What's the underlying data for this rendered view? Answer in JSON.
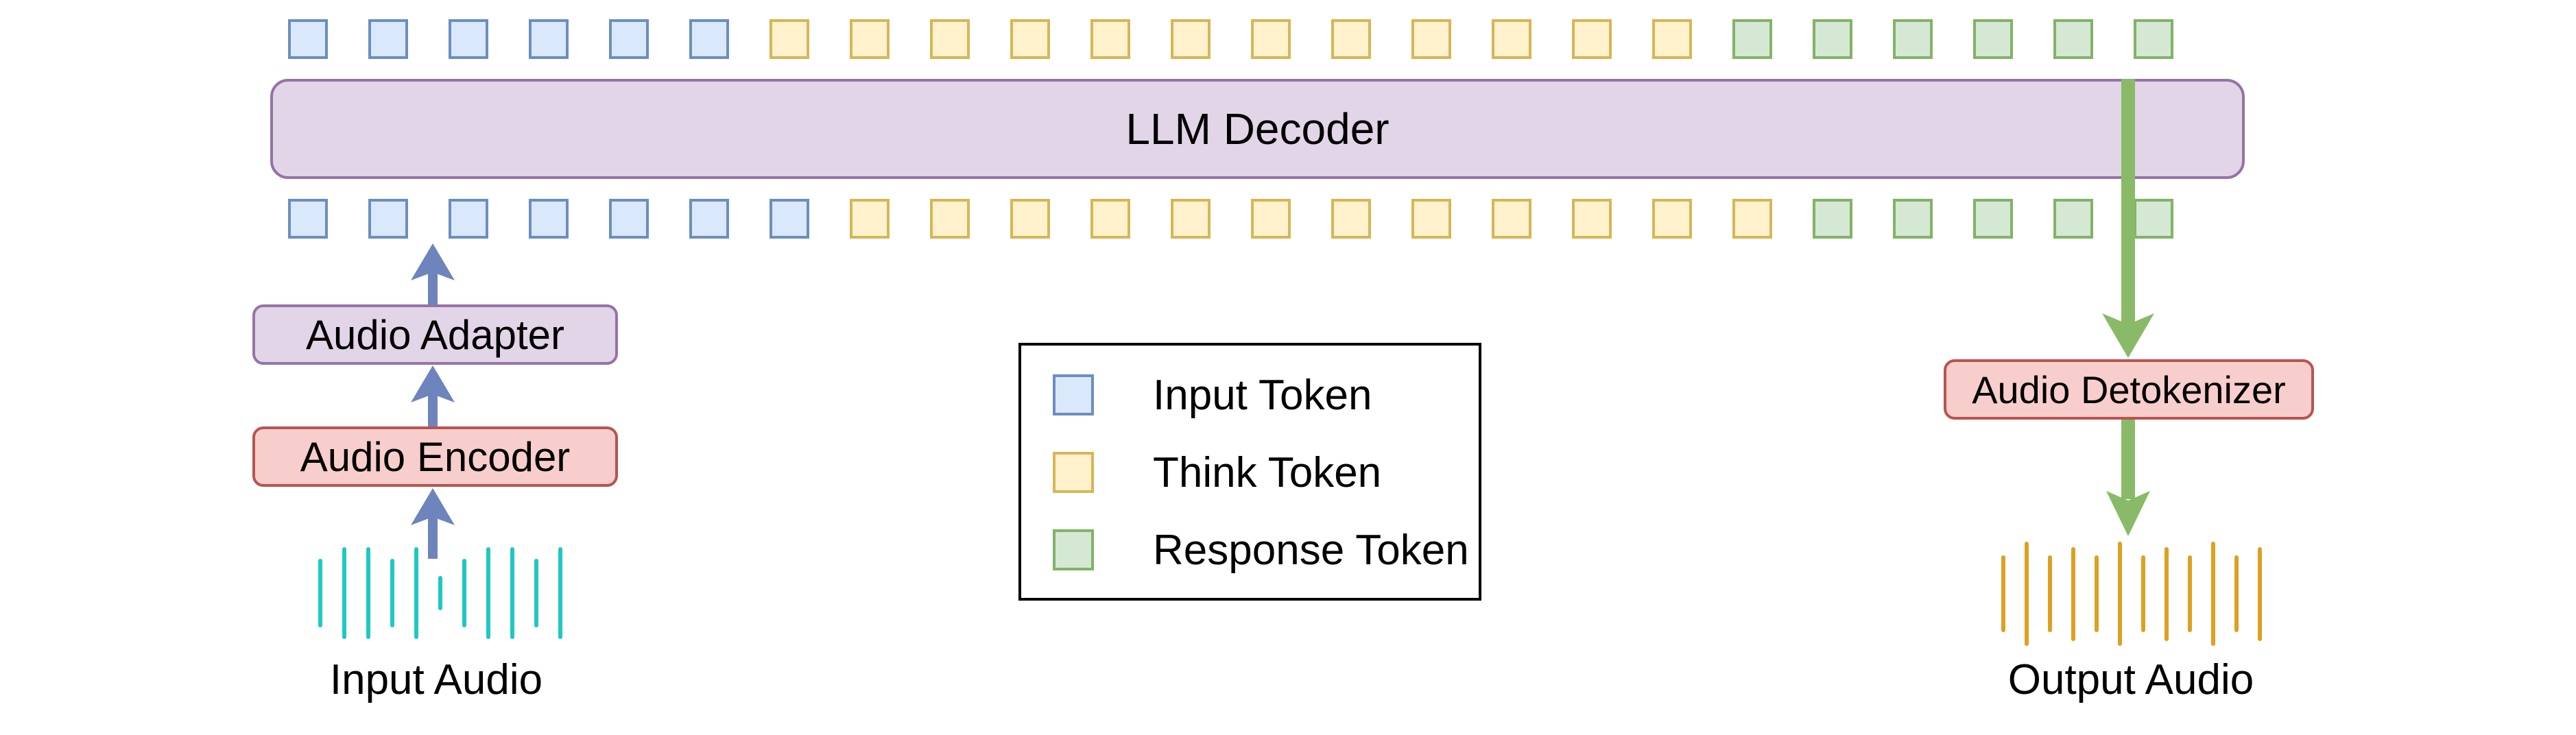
{
  "token_types": {
    "input": {
      "label": "Input Token",
      "fill": "#DAE8FC",
      "stroke": "#6C8EBF"
    },
    "think": {
      "label": "Think Token",
      "fill": "#FFF2CC",
      "stroke": "#D6B656"
    },
    "response": {
      "label": "Response Token",
      "fill": "#D5E8D4",
      "stroke": "#82B366"
    }
  },
  "token_rows": {
    "top": [
      {
        "type": "input",
        "count": 6
      },
      {
        "type": "think",
        "count": 12
      },
      {
        "type": "response",
        "count": 6
      }
    ],
    "bottom": [
      {
        "type": "input",
        "count": 7
      },
      {
        "type": "think",
        "count": 12
      },
      {
        "type": "response",
        "count": 5
      }
    ]
  },
  "boxes": {
    "llm_decoder": {
      "label": "LLM Decoder",
      "fill": "#E1D5E7",
      "stroke": "#9673A6"
    },
    "audio_adapter": {
      "label": "Audio Adapter",
      "fill": "#E1D5E7",
      "stroke": "#9673A6"
    },
    "audio_encoder": {
      "label": "Audio Encoder",
      "fill": "#F8CECC",
      "stroke": "#B85450"
    },
    "audio_detokenizer": {
      "label": "Audio Detokenizer",
      "fill": "#F8CECC",
      "stroke": "#B85450"
    }
  },
  "legend": {
    "border_color": "#000000",
    "items": [
      {
        "type": "input",
        "label": "Input Token"
      },
      {
        "type": "think",
        "label": "Think Token"
      },
      {
        "type": "response",
        "label": "Response Token"
      }
    ]
  },
  "arrows": {
    "blue_color": "#6D84BC",
    "green_color": "#89BA68"
  },
  "waveforms": {
    "input": {
      "color": "#1EC9C3",
      "bar_heights": [
        100,
        134,
        134,
        100,
        134,
        50,
        100,
        134,
        134,
        100,
        134
      ]
    },
    "output": {
      "color": "#DDA020",
      "bar_heights": [
        112,
        152,
        112,
        137,
        112,
        152,
        112,
        137,
        112,
        152,
        112,
        137
      ]
    }
  },
  "labels": {
    "input_audio": "Input Audio",
    "output_audio": "Output Audio"
  }
}
